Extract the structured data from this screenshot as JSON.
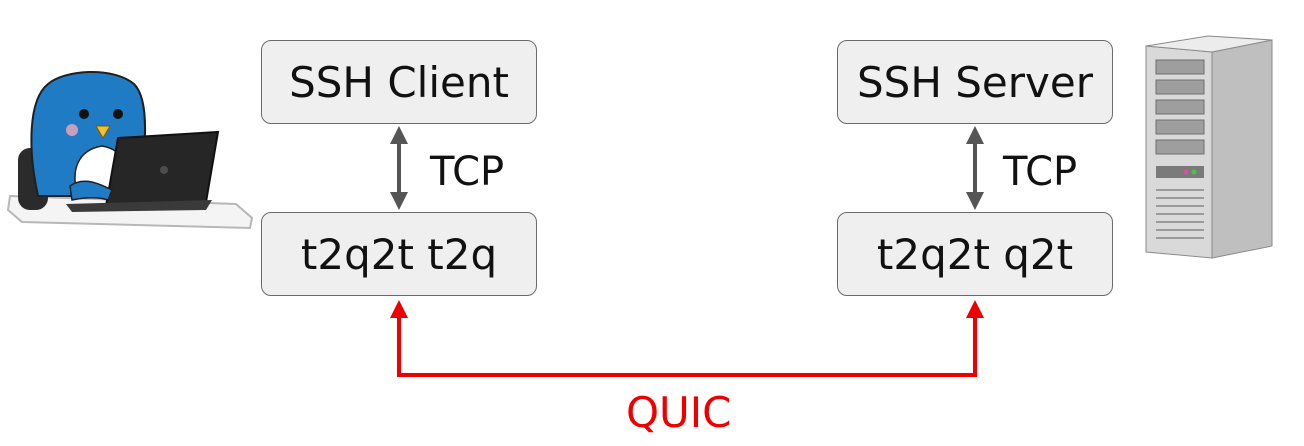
{
  "boxes": {
    "ssh_client": "SSH Client",
    "t2q": "t2q2t t2q",
    "ssh_server": "SSH Server",
    "q2t": "t2q2t q2t"
  },
  "connections": {
    "left_tcp": "TCP",
    "right_tcp": "TCP",
    "quic": "QUIC"
  },
  "colors": {
    "box_fill": "#efefef",
    "box_border": "#6b6b6b",
    "tcp_arrow": "#555555",
    "quic_line": "#ee0000",
    "penguin_blue": "#1f7cc4",
    "server_gray": "#d9d9d9"
  },
  "icons": {
    "user": "penguin-with-laptop-icon",
    "server": "tower-server-icon"
  }
}
